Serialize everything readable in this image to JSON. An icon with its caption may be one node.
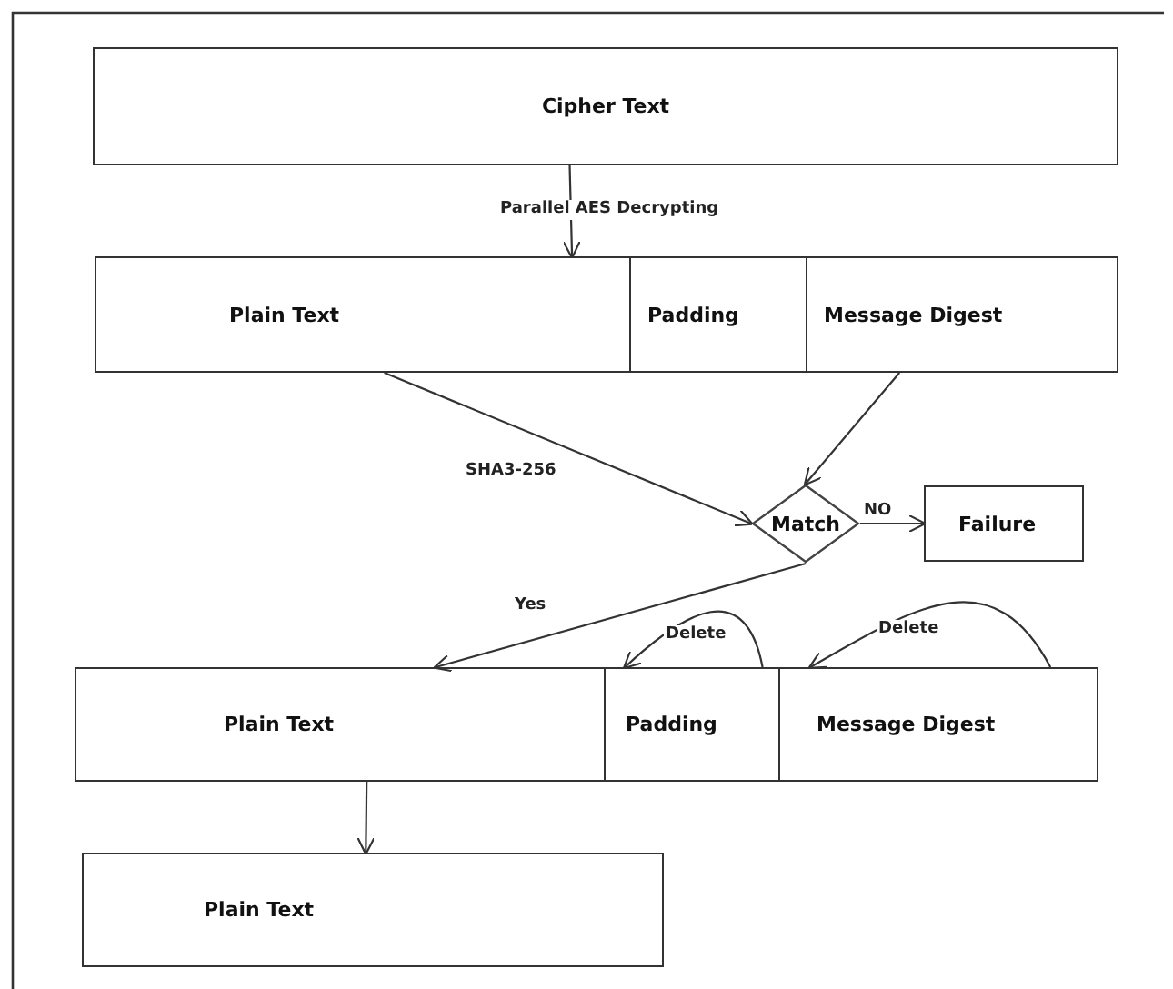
{
  "diagram": {
    "nodes": [
      {
        "text": [
          "Cipher Text"
        ]
      },
      {
        "text": [
          "Plain Text"
        ]
      },
      {
        "text": [
          "Padding"
        ]
      },
      {
        "text": [
          "Message Digest"
        ]
      },
      {
        "text": [
          "Match"
        ]
      },
      {
        "text": [
          "Failure"
        ]
      },
      {
        "text": [
          "Plain Text"
        ]
      },
      {
        "text": [
          "Padding"
        ]
      },
      {
        "text": [
          "Message Digest"
        ]
      },
      {
        "text": [
          "Plain Text"
        ]
      }
    ],
    "edges": [
      {
        "from": 0,
        "to": 1,
        "arrow": "to",
        "label": "Parallel AES Decrypting"
      },
      {
        "from": 1,
        "to": 4,
        "arrow": "to",
        "label": "SHA3-256"
      },
      {
        "from": 3,
        "to": 4,
        "arrow": "to"
      },
      {
        "from": 4,
        "to": 5,
        "arrow": "to",
        "label": "NO"
      },
      {
        "from": 4,
        "to": 6,
        "arrow": "to",
        "label": "Yes"
      },
      {
        "from": 7,
        "to": 7,
        "arrow": "to",
        "label": "Delete"
      },
      {
        "from": 8,
        "to": 8,
        "arrow": "to",
        "label": "Delete"
      },
      {
        "from": 6,
        "to": 9,
        "arrow": "to"
      }
    ]
  }
}
